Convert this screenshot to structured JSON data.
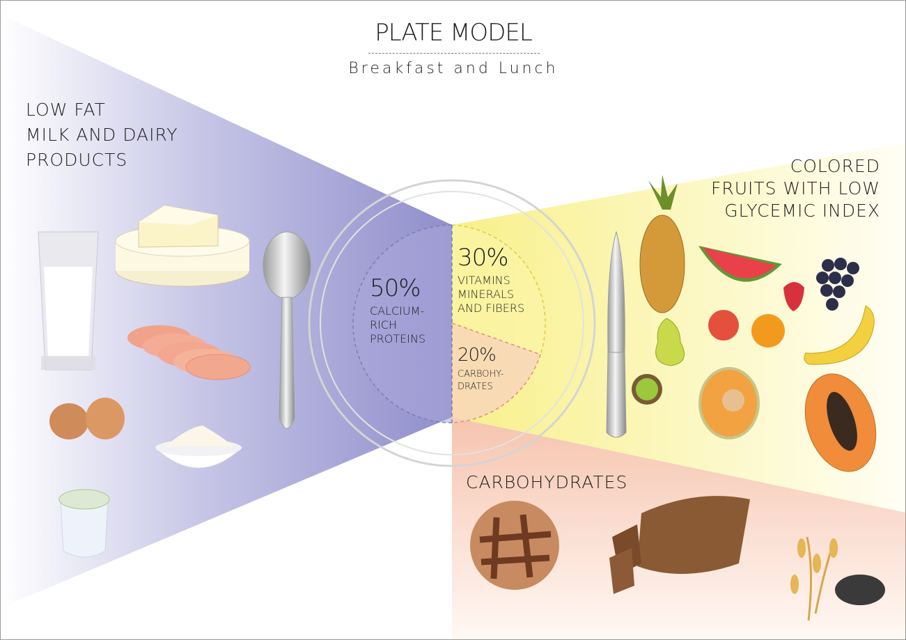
{
  "header": {
    "title": "PLATE MODEL",
    "subtitle": "Breakfast and Lunch"
  },
  "categories": {
    "dairy": "LOW FAT\nMILK AND DAIRY\nPRODUCTS",
    "fruits": "COLORED\nFRUITS WITH LOW\nGLYCEMIC INDEX",
    "carbs": "CARBOHYDRATES"
  },
  "plate": {
    "proteins": {
      "percent": "50%",
      "label": "CALCIUM-\nRICH\nPROTEINS"
    },
    "vitamins": {
      "percent": "30%",
      "label": "VITAMINS\nMINERALS\nAND FIBERS"
    },
    "carbs": {
      "percent": "20%",
      "label": "CARBOHY-\nDRATES"
    }
  },
  "colors": {
    "dairy_wedge": "#8d8cc9",
    "fruit_wedge": "#f7ef84",
    "carb_wedge": "#f6c6b0",
    "plate_rim": "#d6d6d6",
    "divider_blue": "#7c7bb8",
    "divider_yellow": "#e3c846",
    "divider_red": "#e58a78"
  },
  "icons": {
    "dairy": [
      "milk-glass-icon",
      "cheese-wheel-icon",
      "ham-slices-icon",
      "eggs-icon",
      "cream-bowl-icon",
      "yogurt-cup-icon"
    ],
    "fruit": [
      "pineapple-icon",
      "watermelon-icon",
      "strawberry-icon",
      "grapes-icon",
      "pear-icon",
      "apple-icon",
      "orange-icon",
      "banana-icon",
      "kiwi-icon",
      "melon-icon",
      "papaya-icon"
    ],
    "carb": [
      "bread-roll-icon",
      "sliced-bread-icon",
      "oat-stalk-icon",
      "seeds-icon"
    ],
    "cutlery": [
      "spoon-icon",
      "knife-icon"
    ]
  }
}
